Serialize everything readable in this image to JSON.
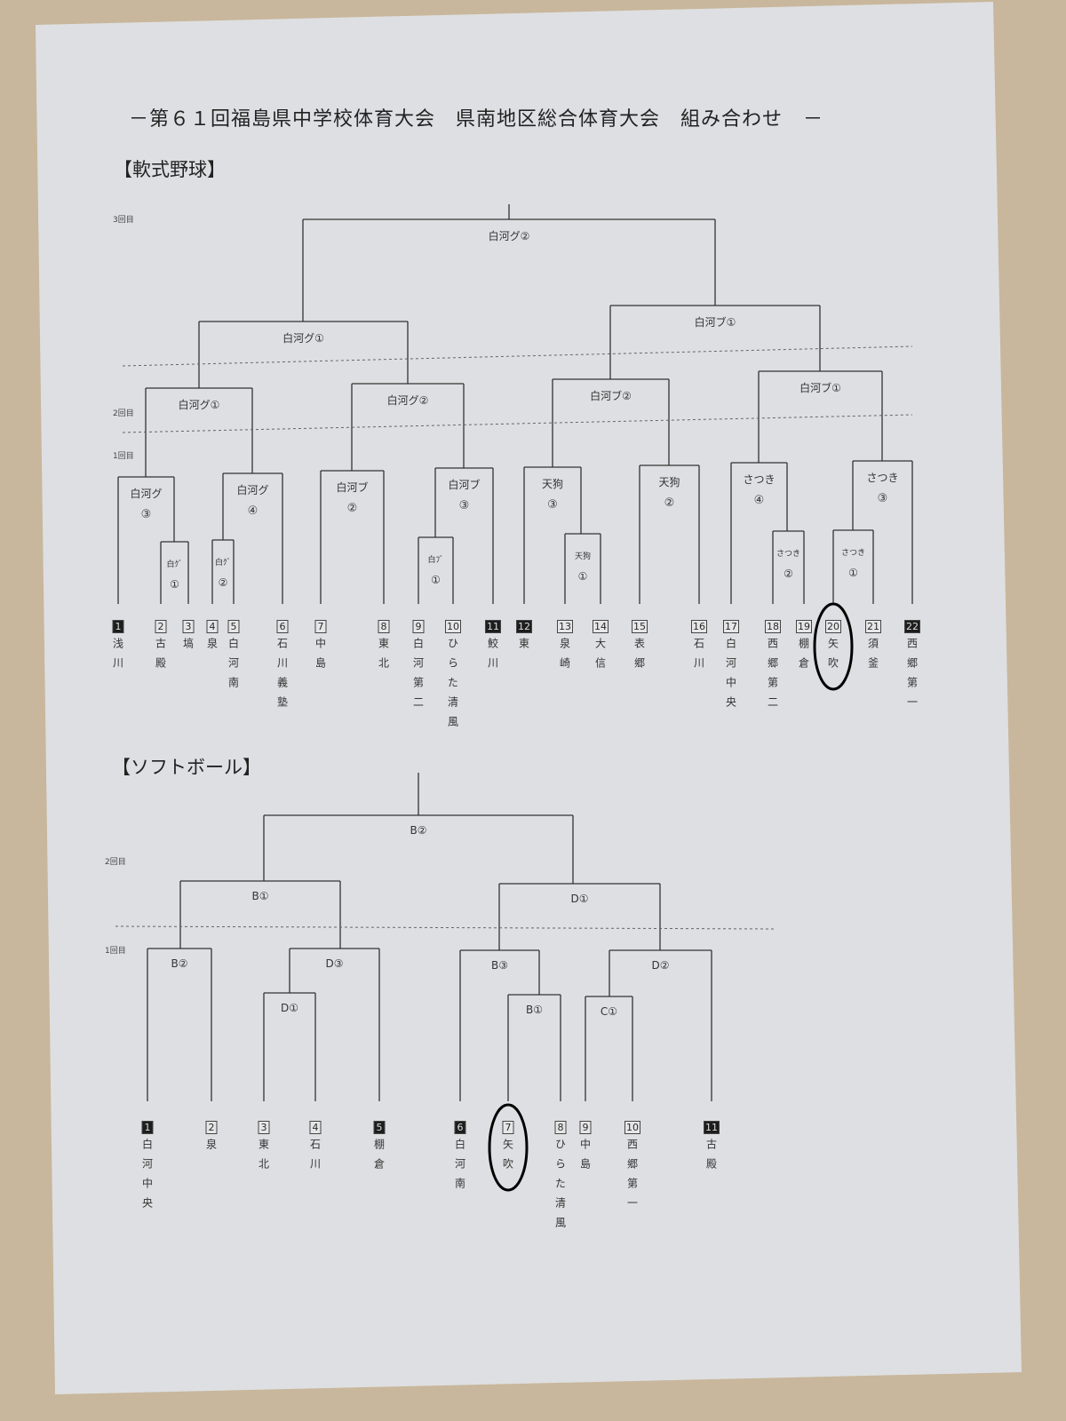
{
  "title": "－第６１回福島県中学校体育大会　県南地区総合体育大会　組み合わせ　－",
  "baseball": {
    "heading": "【軟式野球】",
    "rounds": [
      "3回目",
      "2回目",
      "1回目"
    ],
    "teams": [
      {
        "no": "1",
        "name": "浅川",
        "seeded": true
      },
      {
        "no": "2",
        "name": "古殿"
      },
      {
        "no": "3",
        "name": "塙"
      },
      {
        "no": "4",
        "name": "泉"
      },
      {
        "no": "5",
        "name": "白河南"
      },
      {
        "no": "6",
        "name": "石川義塾"
      },
      {
        "no": "7",
        "name": "中島"
      },
      {
        "no": "8",
        "name": "東北"
      },
      {
        "no": "9",
        "name": "白河第二"
      },
      {
        "no": "10",
        "name": "ひらた清風"
      },
      {
        "no": "11",
        "name": "鮫川",
        "seeded": true
      },
      {
        "no": "12",
        "name": "東",
        "seeded": true
      },
      {
        "no": "13",
        "name": "泉崎"
      },
      {
        "no": "14",
        "name": "大信"
      },
      {
        "no": "15",
        "name": "表郷"
      },
      {
        "no": "16",
        "name": "石川"
      },
      {
        "no": "17",
        "name": "白河中央"
      },
      {
        "no": "18",
        "name": "西郷第二"
      },
      {
        "no": "19",
        "name": "棚倉"
      },
      {
        "no": "20",
        "name": "矢吹",
        "circled": true
      },
      {
        "no": "21",
        "name": "須釜"
      },
      {
        "no": "22",
        "name": "西郷第一",
        "seeded": true
      }
    ],
    "matches": [
      {
        "name": "白ｸﾞ",
        "seed": "①"
      },
      {
        "name": "白河グ",
        "seed": "③"
      },
      {
        "name": "白ｸﾞ",
        "seed": "②"
      },
      {
        "name": "白河グ",
        "seed": "④"
      },
      {
        "name": "白河ブ",
        "seed": "②"
      },
      {
        "name": "白ﾌﾞ",
        "seed": "①"
      },
      {
        "name": "白河ブ",
        "seed": "③"
      },
      {
        "name": "天狗",
        "seed": "③"
      },
      {
        "name": "天狗",
        "seed": "①"
      },
      {
        "name": "天狗",
        "seed": "②"
      },
      {
        "name": "さつき",
        "seed": "④"
      },
      {
        "name": "さつき",
        "seed": "②"
      },
      {
        "name": "さつき",
        "seed": "①"
      },
      {
        "name": "さつき",
        "seed": "③"
      },
      {
        "name": "白河グ①"
      },
      {
        "name": "白河グ②"
      },
      {
        "name": "白河ブ②"
      },
      {
        "name": "白河ブ①"
      },
      {
        "name": "白河グ①"
      },
      {
        "name": "白河ブ①"
      },
      {
        "name": "白河グ②"
      }
    ]
  },
  "softball": {
    "heading": "【ソフトボール】",
    "rounds": [
      "2回目",
      "1回目"
    ],
    "teams": [
      {
        "no": "1",
        "name": "白河中央",
        "seeded": true
      },
      {
        "no": "2",
        "name": "泉"
      },
      {
        "no": "3",
        "name": "東北"
      },
      {
        "no": "4",
        "name": "石川"
      },
      {
        "no": "5",
        "name": "棚倉",
        "seeded": true
      },
      {
        "no": "6",
        "name": "白河南",
        "seeded": true
      },
      {
        "no": "7",
        "name": "矢吹",
        "circled": true
      },
      {
        "no": "8",
        "name": "ひらた清風"
      },
      {
        "no": "9",
        "name": "中島"
      },
      {
        "no": "10",
        "name": "西郷第一"
      },
      {
        "no": "11",
        "name": "古殿",
        "seeded": true
      }
    ],
    "matches": [
      {
        "name": "B②"
      },
      {
        "name": "D①"
      },
      {
        "name": "D③"
      },
      {
        "name": "B①"
      },
      {
        "name": "B③"
      },
      {
        "name": "C①"
      },
      {
        "name": "D②"
      },
      {
        "name": "B①"
      },
      {
        "name": "D①"
      },
      {
        "name": "B②"
      }
    ]
  }
}
